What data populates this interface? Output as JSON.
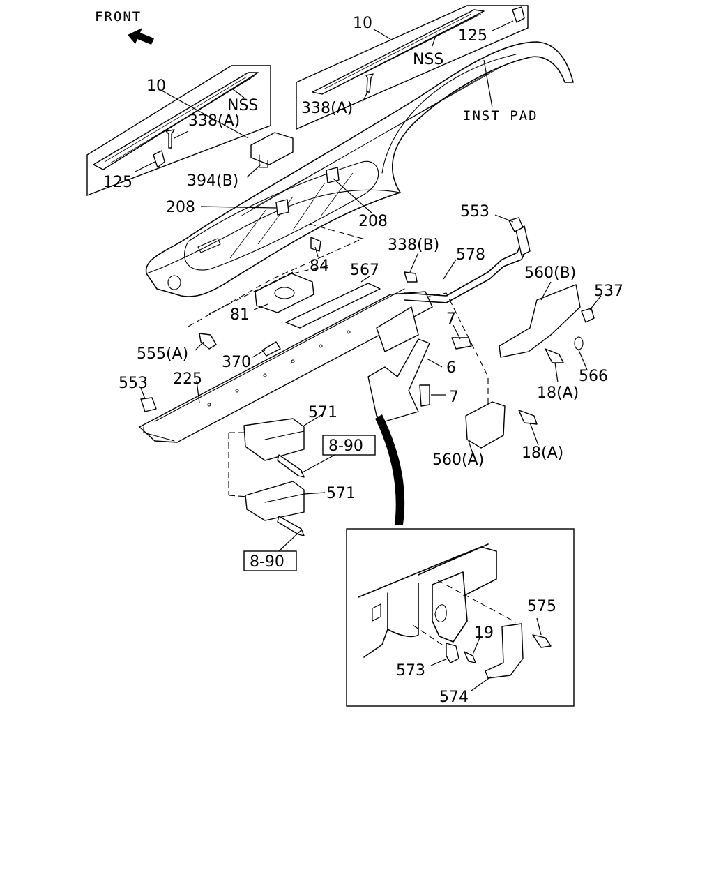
{
  "front_label": "FRONT",
  "ref_labels": [
    "8-90",
    "8-90"
  ],
  "callouts": {
    "c10_left": "10",
    "c10_right": "10",
    "nss_left": "NSS",
    "nss_right": "NSS",
    "c125_left": "125",
    "c125_right": "125",
    "c338a_left": "338(A)",
    "c338a_right": "338(A)",
    "inst_pad": "INST PAD",
    "c394b": "394(B)",
    "c208_left": "208",
    "c208_right": "208",
    "c553_top": "553",
    "c338b": "338(B)",
    "c578": "578",
    "c84": "84",
    "c567": "567",
    "c560b": "560(B)",
    "c537": "537",
    "c81": "81",
    "c7_top": "7",
    "c555a": "555(A)",
    "c370": "370",
    "c6": "6",
    "c566": "566",
    "c18a_top": "18(A)",
    "c553_left": "553",
    "c225": "225",
    "c7_mid": "7",
    "c571_top": "571",
    "c560a": "560(A)",
    "c18a_bottom": "18(A)",
    "c571_bottom": "571",
    "c575": "575",
    "c19": "19",
    "c573": "573",
    "c574": "574"
  }
}
